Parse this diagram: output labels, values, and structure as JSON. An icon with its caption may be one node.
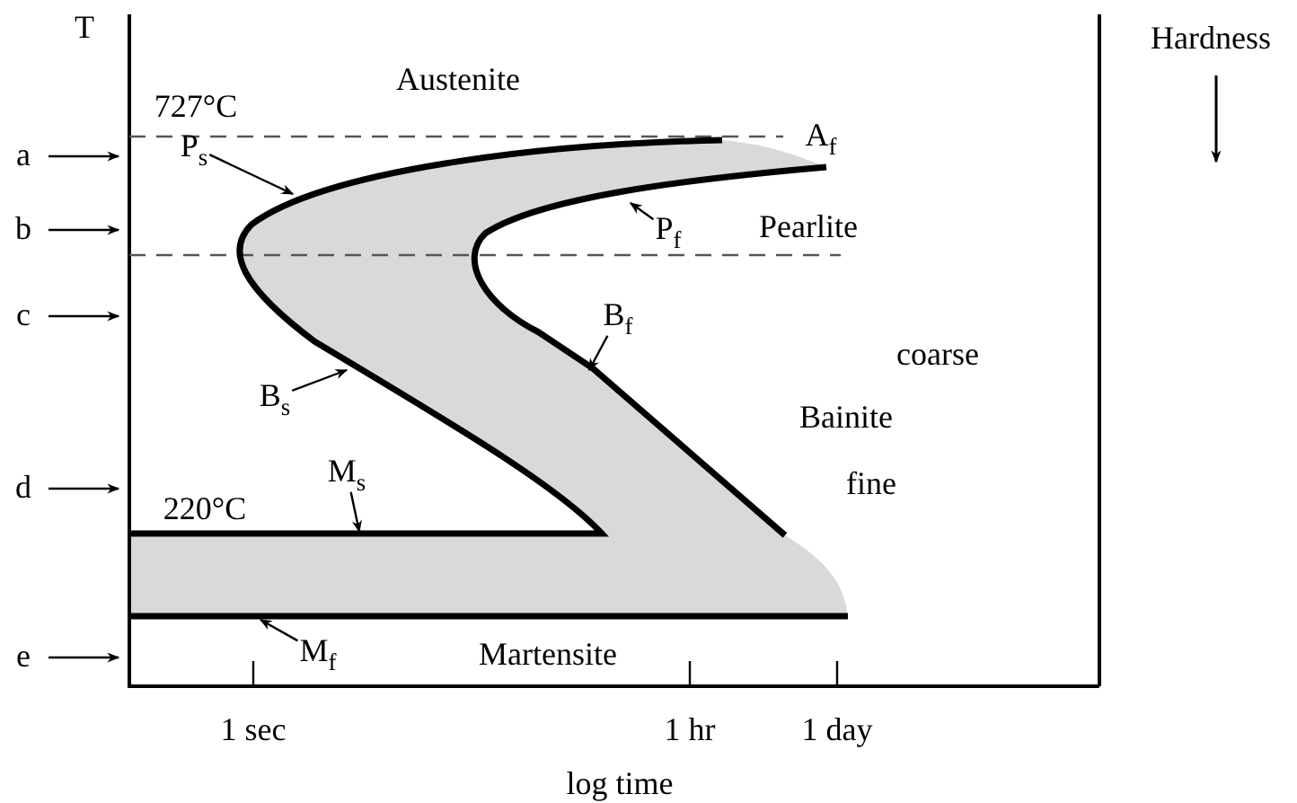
{
  "diagram": {
    "nodes": [
      {
        "text": [
          "P$_{s}$"
        ]
      },
      {
        "text": [
          "P$_{f}$"
        ]
      },
      {
        "text": [
          "B$_{f}$"
        ]
      },
      {
        "text": [
          "B$_{s}$"
        ]
      },
      {
        "text": [
          "M$_{s}$"
        ]
      },
      {
        "text": [
          "M$_{f}$"
        ]
      }
    ],
    "edges": [
      {
        "from": 0,
        "to": null,
        "arrow": "to"
      },
      {
        "from": 1,
        "to": null,
        "arrow": "to"
      },
      {
        "from": 2,
        "to": null,
        "arrow": "to"
      },
      {
        "from": 3,
        "to": null,
        "arrow": "to"
      },
      {
        "from": 4,
        "to": null,
        "arrow": "to"
      },
      {
        "from": 5,
        "to": null,
        "arrow": "to"
      }
    ],
    "labels": [
      "T",
      "Austenite",
      "727°C",
      "A$_{f}$",
      "a",
      "Pearlite",
      "b",
      "c",
      "coarse",
      "Bainite",
      "d",
      "fine",
      "220°C",
      "Martensite",
      "e",
      "1 sec",
      "1 hr",
      "1 day",
      "log time",
      "Hardness"
    ]
  }
}
